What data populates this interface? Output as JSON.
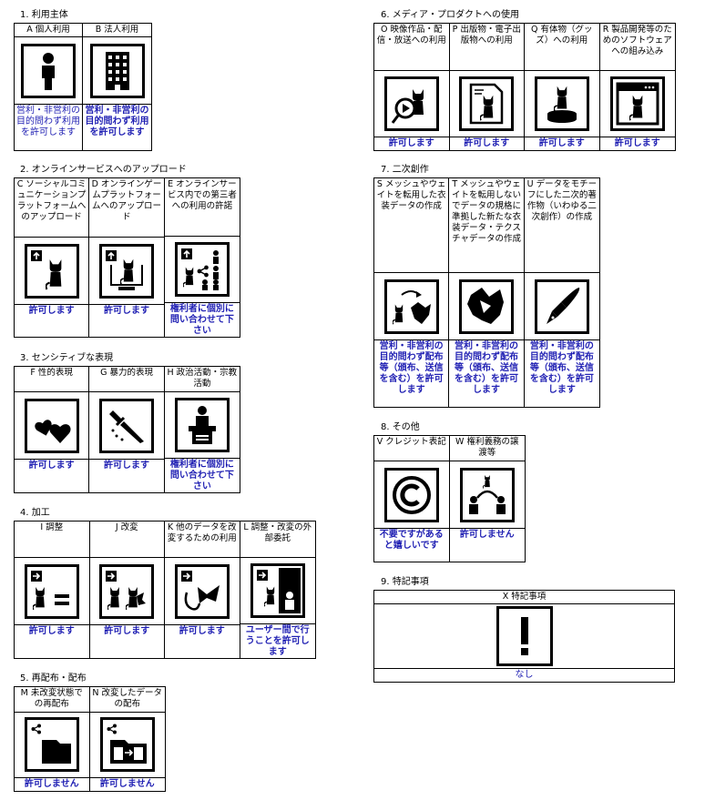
{
  "sections": {
    "s1": {
      "title": "1. 利用主体",
      "items": [
        {
          "header": "A 個人利用",
          "icon": "person-icon",
          "footer": "営利・非営利の目的問わず利用を許可します"
        },
        {
          "header": "B 法人利用",
          "icon": "building-icon",
          "footer": "営利・非営利の目的問わず利用を許可します"
        }
      ]
    },
    "s2": {
      "title": "2. オンラインサービスへのアップロード",
      "items": [
        {
          "header": "C ソーシャルコミュニケーションプラットフォームへのアップロード",
          "icon": "upload-social-icon",
          "footer": "許可します"
        },
        {
          "header": "D オンラインゲームプラットフォームへのアップロード",
          "icon": "upload-game-icon",
          "footer": "許可します"
        },
        {
          "header": "E オンラインサービス内での第三者への利用の許諾",
          "icon": "share-third-party-icon",
          "footer": "権利者に個別に問い合わせて下さい"
        }
      ]
    },
    "s3": {
      "title": "3. センシティブな表現",
      "items": [
        {
          "header": "F 性的表現",
          "icon": "hearts-icon",
          "footer": "許可します"
        },
        {
          "header": "G 暴力的表現",
          "icon": "knife-icon",
          "footer": "許可します"
        },
        {
          "header": "H 政治活動・宗教活動",
          "icon": "podium-icon",
          "footer": "権利者に個別に問い合わせて下さい"
        }
      ]
    },
    "s4": {
      "title": "4. 加工",
      "items": [
        {
          "header": "I 調整",
          "icon": "adjust-icon",
          "footer": "許可します"
        },
        {
          "header": "J 改変",
          "icon": "modify-icon",
          "footer": "許可します"
        },
        {
          "header": "K 他のデータを改変するための利用",
          "icon": "reuse-data-icon",
          "footer": "許可します"
        },
        {
          "header": "L 調整・改変の外部委託",
          "icon": "outsource-icon",
          "footer": "ユーザー間で行うことを許可します"
        }
      ]
    },
    "s5": {
      "title": "5. 再配布・配布",
      "items": [
        {
          "header": "M 未改変状態での再配布",
          "icon": "redistribute-icon",
          "footer": "許可しません"
        },
        {
          "header": "N 改変したデータの配布",
          "icon": "distribute-modified-icon",
          "footer": "許可しません"
        }
      ]
    },
    "s6": {
      "title": "6. メディア・プロダクトへの使用",
      "items": [
        {
          "header": "O 映像作品・配信・放送への利用",
          "icon": "video-icon",
          "footer": "許可します"
        },
        {
          "header": "P 出版物・電子出版物への利用",
          "icon": "publication-icon",
          "footer": "許可します"
        },
        {
          "header": "Q 有体物（グッズ）への利用",
          "icon": "goods-icon",
          "footer": "許可します"
        },
        {
          "header": "R 製品開発等のためのソフトウェアへの組み込み",
          "icon": "software-icon",
          "footer": "許可します"
        }
      ]
    },
    "s7": {
      "title": "7. 二次創作",
      "items": [
        {
          "header": "S メッシュやウェイトを転用した衣装データの作成",
          "icon": "costume-icon",
          "footer": "営利・非営利の目的問わず配布等（頒布、送信を含む）を許可します"
        },
        {
          "header": "T メッシュやウェイトを転用しないでデータの規格に準拠した新たな衣装データ・テクスチャデータの作成",
          "icon": "new-costume-icon",
          "footer": "営利・非営利の目的問わず配布等（頒布、送信を含む）を許可します"
        },
        {
          "header": "U データをモチーフにした二次的著作物（いわゆる二次創作）の作成",
          "icon": "pen-icon",
          "footer": "営利・非営利の目的問わず配布等（頒布、送信を含む）を許可します"
        }
      ]
    },
    "s8": {
      "title": "8. その他",
      "items": [
        {
          "header": "V クレジット表記",
          "icon": "copyright-icon",
          "footer": "不要ですがあると嬉しいです"
        },
        {
          "header": "W 権利義務の譲渡等",
          "icon": "transfer-icon",
          "footer": "許可しません"
        }
      ]
    },
    "s9": {
      "title": "9. 特記事項",
      "items": [
        {
          "header": "X 特記事項",
          "icon": "exclamation-icon",
          "footer": "なし"
        }
      ]
    }
  },
  "colors": {
    "footer_text": "#1f1fb3",
    "border": "#000000"
  }
}
